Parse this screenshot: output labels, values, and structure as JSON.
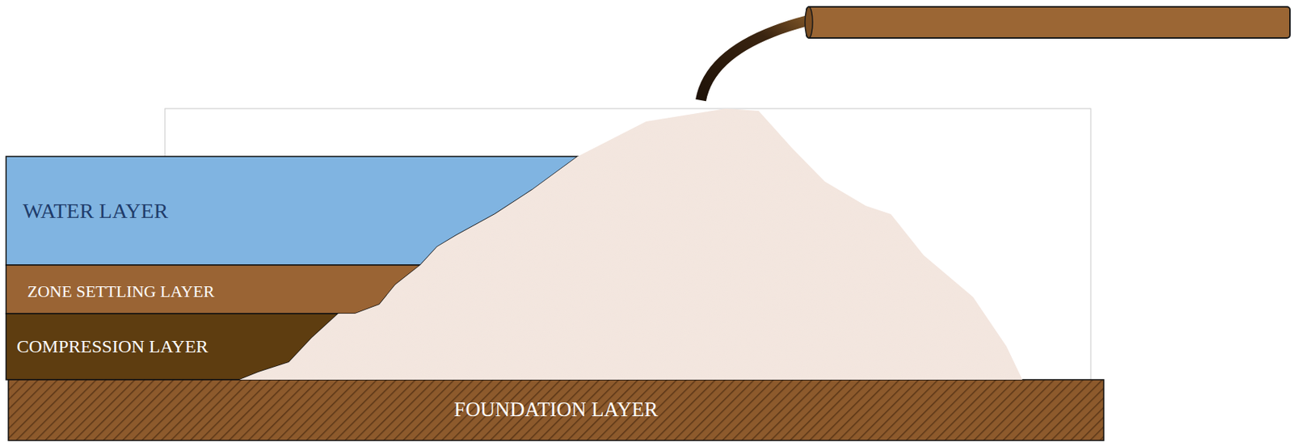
{
  "diagram": {
    "nodes": [
      {
        "text": [
          "WATER LAYER"
        ]
      },
      {
        "text": [
          "ZONE SETTLING LAYER"
        ]
      },
      {
        "text": [
          "COMPRESSION LAYER"
        ]
      },
      {
        "text": [
          "FOUNDATION LAYER"
        ]
      }
    ]
  }
}
